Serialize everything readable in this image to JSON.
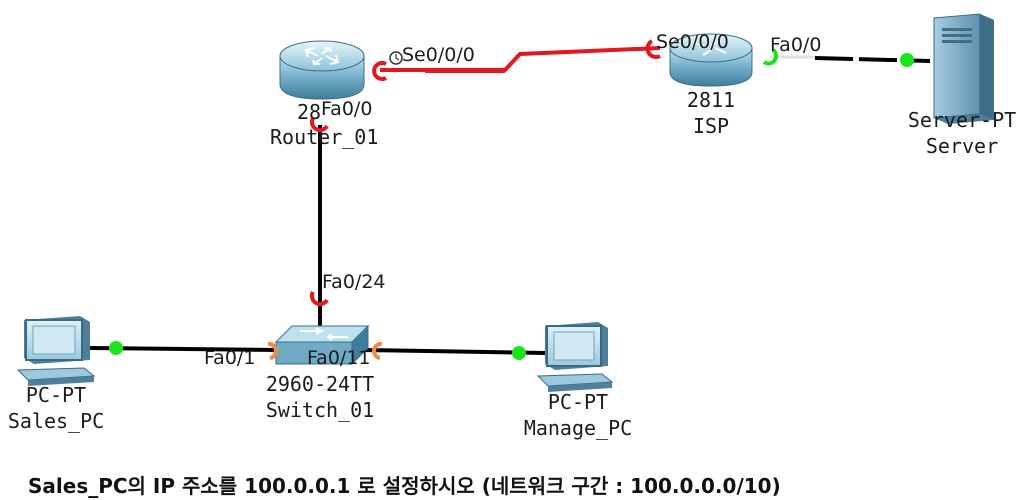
{
  "devices": {
    "router01": {
      "model": "28",
      "name": "Router_01"
    },
    "isp": {
      "model": "2811",
      "name": "ISP"
    },
    "server": {
      "model": "Server-PT",
      "name": "Server"
    },
    "switch01": {
      "model": "2960-24TT",
      "name": "Switch_01"
    },
    "sales_pc": {
      "model": "PC-PT",
      "name": "Sales_PC"
    },
    "manage_pc": {
      "model": "PC-PT",
      "name": "Manage_PC"
    }
  },
  "ports": {
    "router01_serial": "Se0/0/0",
    "router01_fa": "Fa0/0",
    "isp_serial": "Se0/0/0",
    "isp_fa": "Fa0/0",
    "switch_uplink": "Fa0/24",
    "switch_sales": "Fa0/1",
    "switch_manage": "Fa0/11"
  },
  "link_colors": {
    "serial": "#e0191e",
    "copper": "#000000",
    "link_up": "#19e619",
    "link_down": "#e0191e",
    "link_pending": "#f08a40"
  },
  "instruction": "Sales_PC의 IP 주소를 100.0.0.1 로 설정하시오 (네트워크 구간 : 100.0.0.0/10)"
}
